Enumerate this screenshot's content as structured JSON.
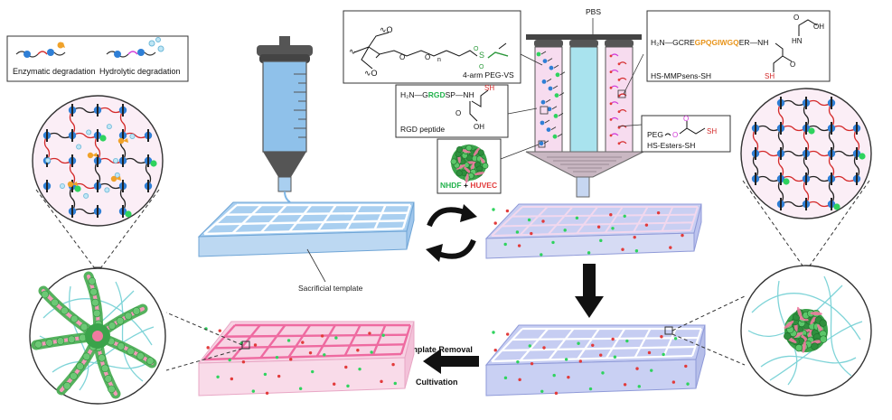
{
  "labels": {
    "enzymatic": "Enzymatic degradation",
    "hydrolytic": "Hydrolytic degradation",
    "peg_vs": "4-arm PEG-VS",
    "pbs": "PBS",
    "mmp_seq_pre": "H₂N—GCRE",
    "mmp_seq_mid": "GPQGIWGQ",
    "mmp_seq_post": "ER—NH",
    "mmp_name": "HS-MMPsens-SH",
    "mmp_sh": "SH",
    "mmp_oh": "OH",
    "mmp_hn": "HN",
    "mmp_o": "O",
    "rgd_pre": "H₂N—G",
    "rgd_mid": "RGD",
    "rgd_post": "SP—NH",
    "rgd_sh": "SH",
    "rgd_oh": "OH",
    "rgd_o": "O",
    "rgd_name": "RGD peptide",
    "ester_peg": "PEG",
    "ester_o": "O",
    "ester_sh": "SH",
    "ester_name": "HS-Esters-SH",
    "nhdf": "NHDF",
    "plus": "+",
    "huvec": "HUVEC",
    "sacrificial": "Sacrificial template",
    "template_removal": "Template Removal",
    "cultivation": "Cultivation"
  },
  "colors": {
    "rgd_green": "#22b24c",
    "mmp_orange": "#e8941a",
    "thiol_red": "#d42a2a",
    "ester_magenta": "#d23ad8",
    "node_blue": "#2f7fd6",
    "huvec_red": "#e23b3b",
    "template_blue": "#a9cff0",
    "hydrogel_blue": "#c9cff2",
    "final_pink": "#f6c6dc"
  }
}
